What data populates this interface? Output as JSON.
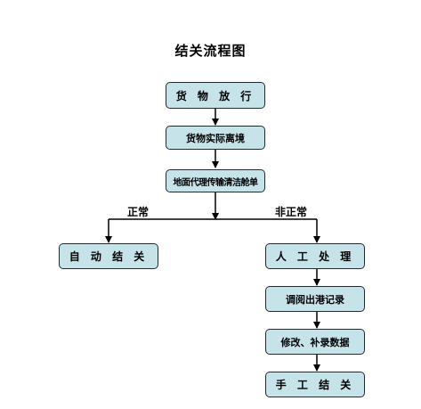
{
  "diagram": {
    "title": "结关流程图",
    "nodes": {
      "release": "货 物 放 行",
      "depart": "货物实际离境",
      "manifest": "地面代理传输清洁舱单",
      "auto": "自 动 结 关",
      "manual_process": "人 工 处 理",
      "retrieve": "调阅出港记录",
      "amend": "修改、补录数据",
      "manual_close": "手 工 结 关"
    },
    "branches": {
      "normal": "正常",
      "abnormal": "非正常"
    },
    "colors": {
      "box_fill": "#c7e3ea",
      "box_border": "#1d2b33",
      "line": "#000000"
    }
  }
}
